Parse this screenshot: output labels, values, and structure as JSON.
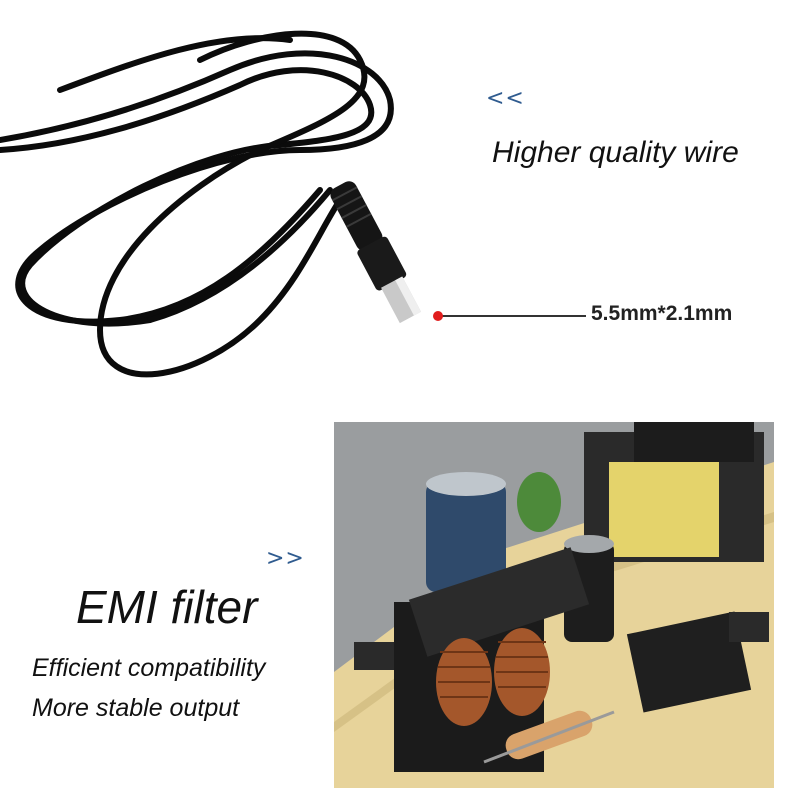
{
  "top": {
    "chevron": "<<",
    "caption": "Higher quality wire",
    "connector_size": "5.5mm*2.1mm"
  },
  "bottom": {
    "chevron": ">>",
    "title": "EMI filter",
    "features": [
      "Efficient compatibility",
      "More stable output"
    ]
  },
  "colors": {
    "chevron": "#2f5b8f",
    "pointer_dot": "#e11d1d",
    "cable": "#0b0b0b",
    "pcb": "#e7d39a",
    "pcb_background": "#9a9d9f"
  },
  "icons": {
    "cable": "dc-power-cable-photo",
    "board": "emi-filter-circuit-board-photo"
  }
}
